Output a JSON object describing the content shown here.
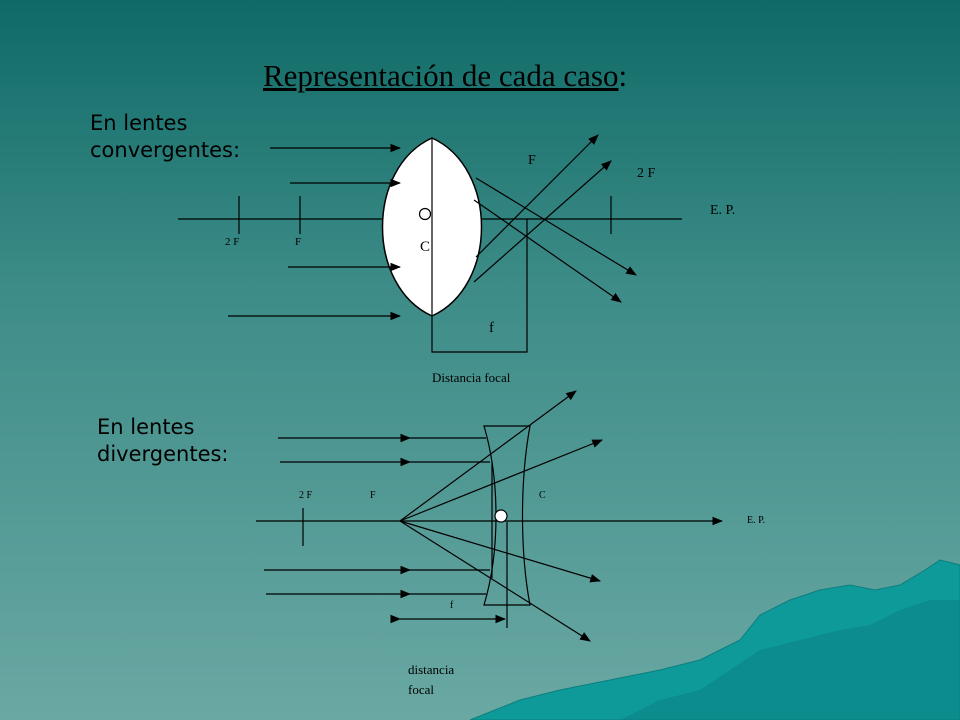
{
  "slide": {
    "title_main": "Representación de cada caso",
    "title_tail": ":",
    "colors": {
      "background_top": "#0f6a66",
      "background_bottom": "#6aa8a3",
      "lens_fill": "#ffffff",
      "rock": "#0f9a9a"
    }
  },
  "converging": {
    "heading_line1": "En lentes",
    "heading_line2": "convergentes:",
    "label_F_right": "F",
    "label_2F_right": "2 F",
    "label_axis": "E. P.",
    "label_2F_left": "2 F",
    "label_F_left": "F",
    "label_center": "C",
    "label_f": "f",
    "label_focal": "Distancia focal"
  },
  "diverging": {
    "heading_line1": "En lentes",
    "heading_line2": "divergentes:",
    "label_2F": "2 F",
    "label_F": "F",
    "label_C": "C",
    "label_axis": "E. P.",
    "label_f": "f",
    "label_focal_line1": "distancia",
    "label_focal_line2": "focal"
  }
}
